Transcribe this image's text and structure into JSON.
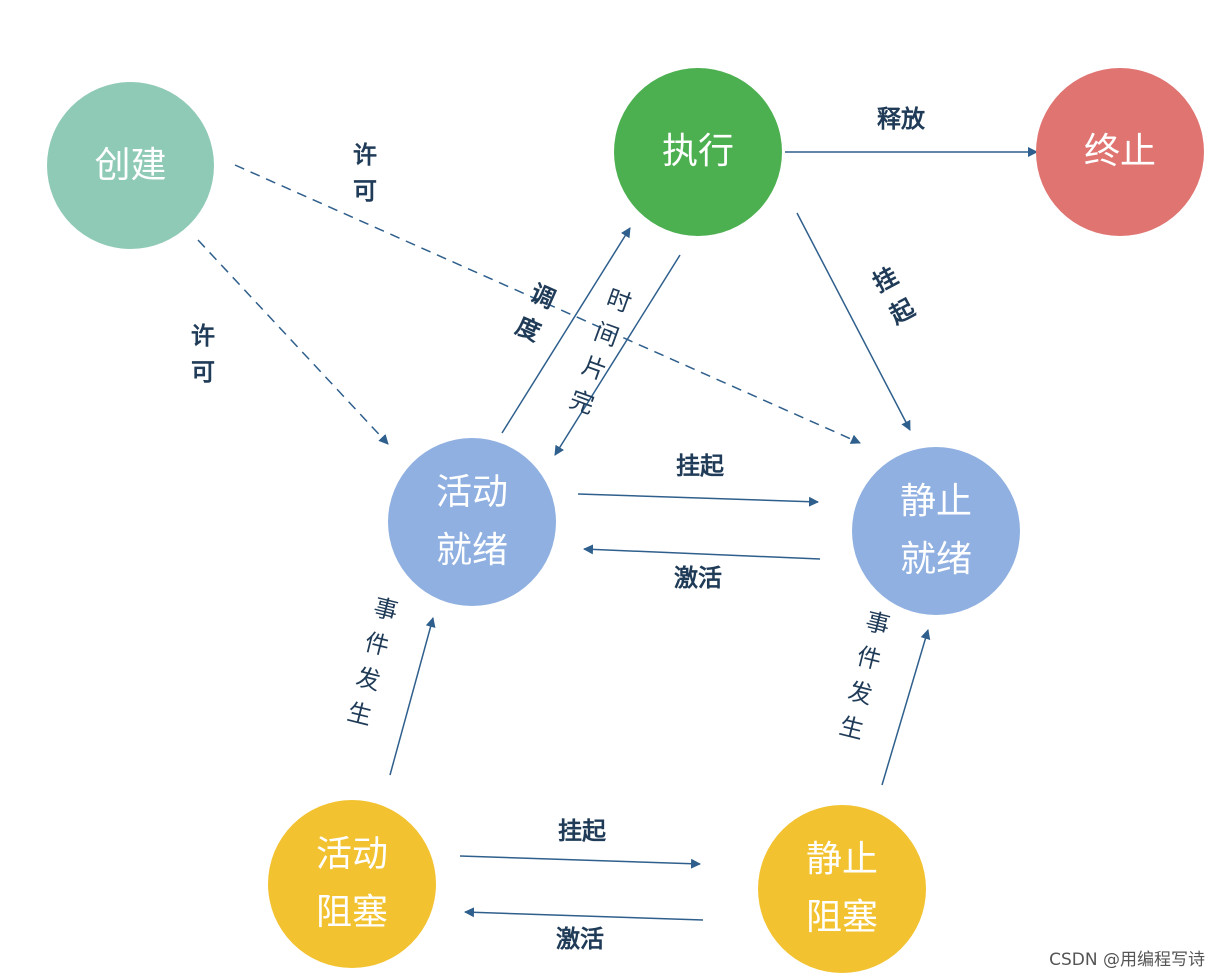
{
  "diagram": {
    "nodes": {
      "create": "创建",
      "execute": "执行",
      "terminate": "终止",
      "active_ready": "活动\n就绪",
      "static_ready": "静止\n就绪",
      "active_blocked": "活动\n阻塞",
      "static_blocked": "静止\n阻塞"
    },
    "colors": {
      "create": "#8fcab6",
      "execute": "#4caf50",
      "terminate": "#df7471",
      "ready": "#8fb0e0",
      "blocked": "#f2c230",
      "arrow": "#2f5f8c",
      "label": "#1f3b57"
    },
    "edge_labels": {
      "release": "释放",
      "allow_top": "许可",
      "allow_left": "许可",
      "schedule": "调度",
      "timeslice": "时间片完",
      "suspend_exec": "挂起",
      "suspend_ready": "挂起",
      "activate_ready": "激活",
      "event_left": "事件发生",
      "event_right": "事件发生",
      "suspend_blocked": "挂起",
      "activate_blocked": "激活"
    }
  },
  "watermark": "CSDN @用编程写诗"
}
